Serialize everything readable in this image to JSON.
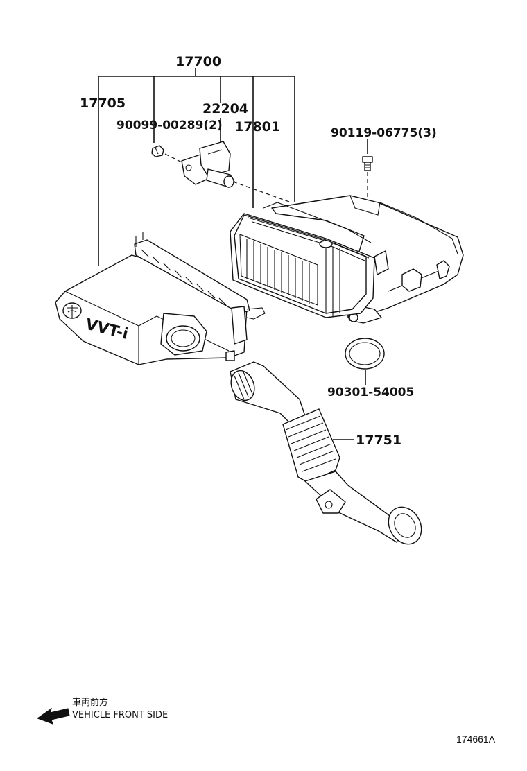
{
  "parts": {
    "air_cleaner_assy": "17700",
    "cap_sub_assy": "17705",
    "flow_sensor": "22204",
    "flow_sensor_screw": "90099-00289(2)",
    "filter_element": "17801",
    "bolt": "90119-06775(3)",
    "o_ring": "90301-54005",
    "inlet_hose": "17751"
  },
  "emblem_text": "VVT-i",
  "direction": {
    "label_jp": "車両前方",
    "label_en": "VEHICLE FRONT SIDE"
  },
  "figure_ref": "174661A",
  "colors": {
    "line": "#111111",
    "background": "#ffffff"
  }
}
